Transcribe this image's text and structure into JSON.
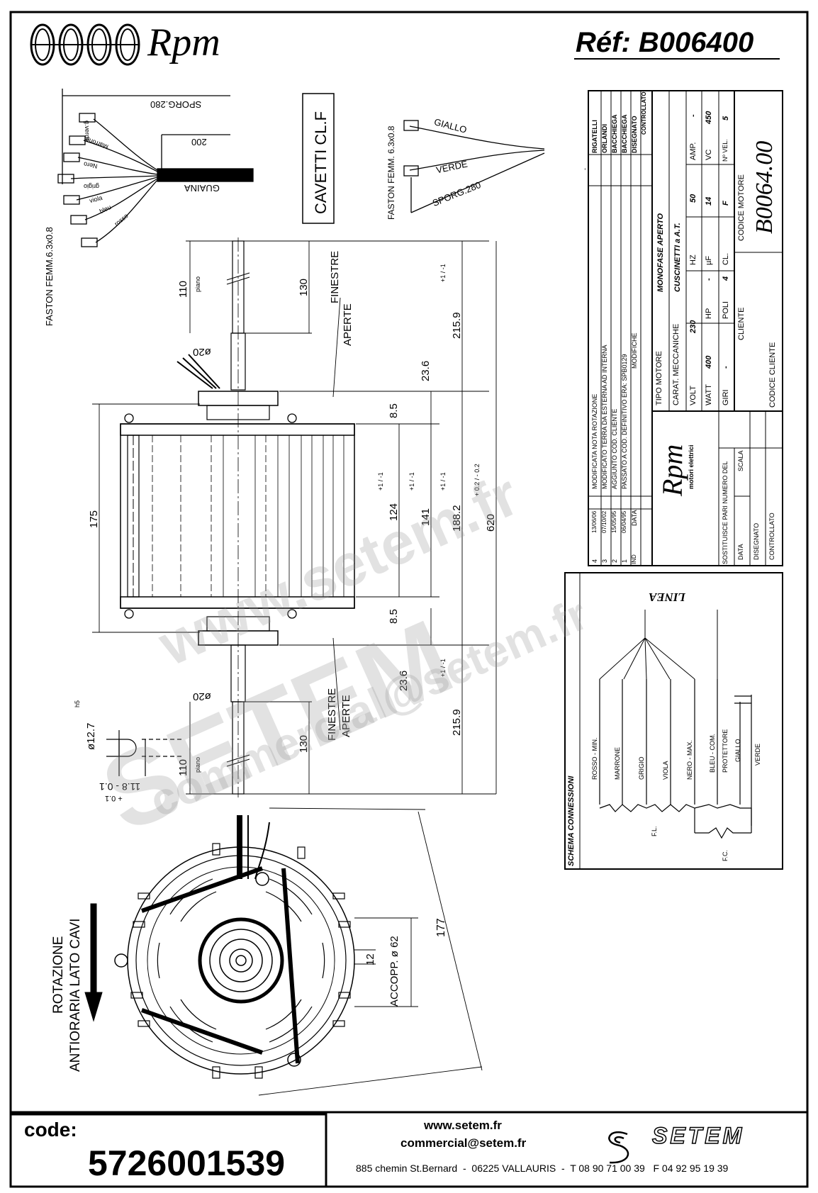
{
  "header": {
    "brand": "Rpm",
    "ref": "Réf:  B006400"
  },
  "drawing": {
    "cables_box": "CAVETTI CL.F",
    "faston_left": "FASTON FEMM.6.3x0.8",
    "faston_right": "FASTON FEMM. 6.3x0.8",
    "sporg_left": "SPORG.280",
    "sporg_right": "SPORG.280",
    "dim_200": "200",
    "guaina": "GUAINA",
    "wires": [
      "g.verde",
      "Marrone",
      "Nero",
      "grigio",
      "viola",
      "bleu",
      "rosso"
    ],
    "wire_giallo": "GIALLO",
    "wire_verde": "VERDE",
    "dim_110_top": "110",
    "piano_top": "piano",
    "dim_130_top": "130",
    "dim_215_top": "215.9",
    "tol_215_top": "+1 / -1",
    "finestre_top": "FINESTRE",
    "aperte_top": "APERTE",
    "dim_23_top": "23.6",
    "phi20_top": "ø20",
    "dim_8_5_top": "8.5",
    "dim_175": "175",
    "dim_124": "124",
    "tol_124": "+1 / -1",
    "dim_141": "141",
    "tol_141": "+1 / -1",
    "dim_188": "188.2",
    "tol_188": "+1 / -1",
    "dim_620": "620",
    "tol_620": "+ 0.2 / - 0.2",
    "dim_8_5_bot": "8.5",
    "dim_23_bot": "23.6",
    "dim_215_bot": "215.9",
    "tol_215_bot": "+1 / -1",
    "finestre_bot": "FINESTRE",
    "aperte_bot": "APERTE",
    "phi20_bot": "ø20",
    "dim_12_7": "ø12.7",
    "h5": "h5",
    "dim_11_8": "11.8 - 0.1",
    "tol_11_8": "+ 0.1",
    "dim_110_bot": "110",
    "piano_bot": "piano",
    "dim_130_bot": "130",
    "rotation_1": "ROTAZIONE",
    "rotation_2": "ANTIORARIA LATO CAVI",
    "accopp": "ACCOPP. ø 62",
    "dim_12": "12",
    "dim_177": "177"
  },
  "titleblock": {
    "revisions": [
      {
        "ind": "4",
        "data": "13/06/06",
        "mod": "MODIFICATA NOTA ROTAZIONE",
        "dis": "RIGATELLI"
      },
      {
        "ind": "3",
        "data": "07/10/02",
        "mod": "MODIFICATO TERRA DA ESTERNA AD INTERNA",
        "dis": "ORLANDI"
      },
      {
        "ind": "2",
        "data": "15/05/95",
        "mod": "AGGIUNTO COD. CLIENTE",
        "dis": "BACCHIEGA"
      },
      {
        "ind": "1",
        "data": "06/04/95",
        "mod": "PASSATO A COD. DEFINITIVO ERA: SPB0129",
        "dis": "BACCHIEGA"
      }
    ],
    "rev_headers": {
      "ind": "IND",
      "data": "DATA",
      "mod": "MODIFICHE",
      "dis": "DISEGNATO",
      "con": "CONTROLLATO"
    },
    "dash": "-",
    "tipo_label": "TIPO MOTORE",
    "tipo_val": "MONOFASE APERTO",
    "carat_label": "CARAT. MECCANICHE",
    "carat_val": "CUSCINETTI a A.T.",
    "volt_l": "VOLT",
    "volt_v": "230",
    "hz_l": "HZ",
    "hz_v": "50",
    "amp_l": "AMP.",
    "amp_v": "-",
    "watt_l": "WATT",
    "watt_v": "400",
    "hp_l": "HP",
    "hp_v": "-",
    "uf_l": "µF",
    "uf_v": "14",
    "vc_l": "VC",
    "vc_v": "450",
    "giri_l": "GIRI",
    "giri_v": "-",
    "poli_l": "POLI",
    "poli_v": "4",
    "cl_l": "CL.",
    "cl_v": "F",
    "nvel_l": "Nº VEL.",
    "nvel_v": "5",
    "cliente": "CLIENTE",
    "codice_cliente": "CODICE CLIENTE",
    "codice_motore": "CODICE MOTORE",
    "codice_val": "B0064.00",
    "logo_brand": "Rpm",
    "logo_sub": "motori elettrici",
    "sostituisce": "SOSTITUISCE PARI NUMERO DEL",
    "scala": "SCALA",
    "data": "DATA",
    "disegnato": "DISEGNATO",
    "controllato": "CONTROLLATO"
  },
  "schema": {
    "title": "SCHEMA CONNESSIONI",
    "linea": "LINEA",
    "labels": [
      "ROSSO - MIN.",
      "MARRONE",
      "GRIGIO",
      "VIOLA",
      "NERO - MAX.",
      "BLEU - COM.",
      "PROTETTORE",
      "GIALLO",
      "VERDE"
    ],
    "fl": "F.L.",
    "fc": "F.C."
  },
  "watermarks": [
    "www.setem.fr",
    "SETEM",
    "commercial@setem.fr"
  ],
  "footer": {
    "code_label": "code:",
    "code_value": "5726001539",
    "web": "www.setem.fr",
    "email": "commercial@setem.fr",
    "address": "885 chemin St.Bernard  -  06225 VALLAURIS  -  T 08 90 71 00 39   F 04 92 95 19 39",
    "logo": "SETEM"
  }
}
